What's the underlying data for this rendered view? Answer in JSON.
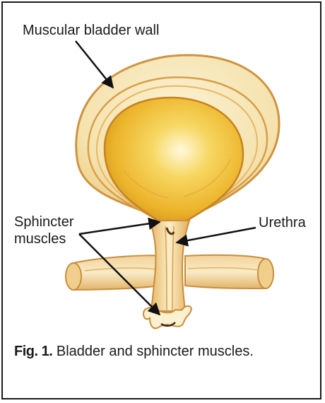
{
  "labels": {
    "bladder_wall": "Muscular bladder wall",
    "sphincter_line1": "Sphincter",
    "sphincter_line2": "muscles",
    "urethra": "Urethra"
  },
  "caption": {
    "number": "Fig. 1.",
    "text": " Bladder and sphincter muscles."
  },
  "colors": {
    "frame": "#1a1a1a",
    "outer_wall": "#f6e7b8",
    "wall_outline": "#d9a24a",
    "bladder_core": "#f2c034",
    "bladder_highlight": "#fff8d6",
    "arrow": "#111111"
  }
}
